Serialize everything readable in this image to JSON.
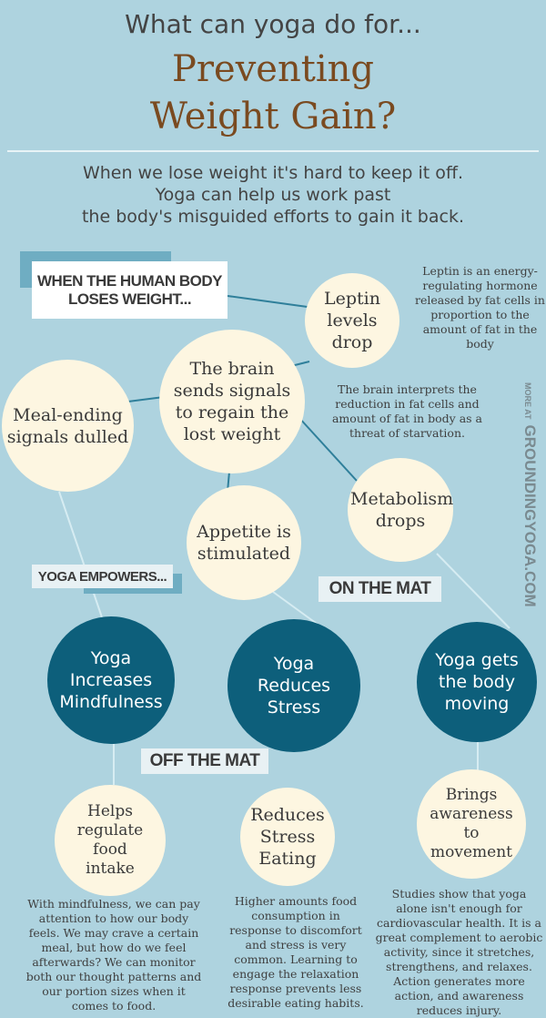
{
  "header": {
    "kicker": "What can yoga do for...",
    "title_line1": "Preventing",
    "title_line2": "Weight Gain?",
    "subtitle": [
      "When we lose weight it's hard to keep it off.",
      "Yoga can help us work past",
      "the body's misguided efforts to gain it back."
    ]
  },
  "labels": {
    "body_loses": [
      "WHEN THE HUMAN BODY",
      "LOSES WEIGHT..."
    ],
    "yoga_empowers": "YOGA EMPOWERS...",
    "on_the_mat": "ON THE MAT",
    "off_the_mat": "OFF THE MAT"
  },
  "bubbles": {
    "leptin": "Leptin levels drop",
    "brain": "The brain sends signals to regain the lost weight",
    "meal": "Meal-ending signals dulled",
    "metabolism": "Metabolism drops",
    "appetite": "Appetite is stimulated",
    "mindfulness": "Yoga Increases Mindfulness",
    "reduces_stress": "Yoga Reduces Stress",
    "moving": "Yoga gets the body moving",
    "food_intake": "Helps regulate food intake",
    "stress_eating": "Reduces Stress Eating",
    "awareness": "Brings awareness to movement"
  },
  "notes": {
    "leptin": "Leptin is an energy-regulating hormone released by fat cells in proportion to the amount of fat in the body",
    "brain": "The brain interprets the reduction in fat cells and amount of fat in body as a threat of starvation.",
    "mindfulness": "With mindfulness, we can pay attention to how our body feels.  We may crave a certain meal, but how do we feel afterwards?  We can monitor both our thought patterns and our portion sizes when it comes to food.",
    "stress": "Higher amounts food consumption in response to discomfort and stress is very common. Learning to engage the relaxation response prevents less desirable eating habits.",
    "moving": "Studies show that yoga alone isn't enough for cardiovascular health. It is a great complement to aerobic activity, since it stretches, strengthens, and relaxes.  Action generates more action, and awareness reduces injury."
  },
  "credit": {
    "prefix": "MORE AT",
    "site": "GROUNDINGYOGA.COM"
  },
  "colors": {
    "background": "#aed3df",
    "cream": "#fdf6e1",
    "dark_teal": "#0d5f7b",
    "title_brown": "#7a4a20"
  }
}
